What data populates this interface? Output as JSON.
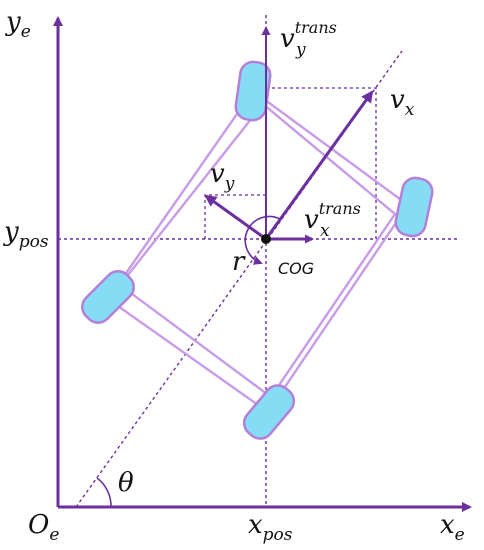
{
  "colors": {
    "axis": "#6b2f9e",
    "guide": "#6b2f9e",
    "chassis": "#c79be8",
    "wheel_fill": "#87dcf5",
    "wheel_stroke": "#b47fd8",
    "vector": "#6b2f9e",
    "text": "#111111"
  },
  "labels": {
    "ye": {
      "base": "y",
      "sub": "e"
    },
    "xe": {
      "base": "x",
      "sub": "e"
    },
    "origin": {
      "base": "O",
      "sub": "e"
    },
    "ypos": {
      "base": "y",
      "sub": "pos"
    },
    "xpos": {
      "base": "x",
      "sub": "pos"
    },
    "vy_trans": {
      "base": "v",
      "sub": "y",
      "sup": "trans"
    },
    "vx_trans": {
      "base": "v",
      "sub": "x",
      "sup": "trans"
    },
    "vx": {
      "base": "v",
      "sub": "x"
    },
    "vy": {
      "base": "v",
      "sub": "y"
    },
    "r": "r",
    "cog": "COG",
    "theta": "θ"
  }
}
